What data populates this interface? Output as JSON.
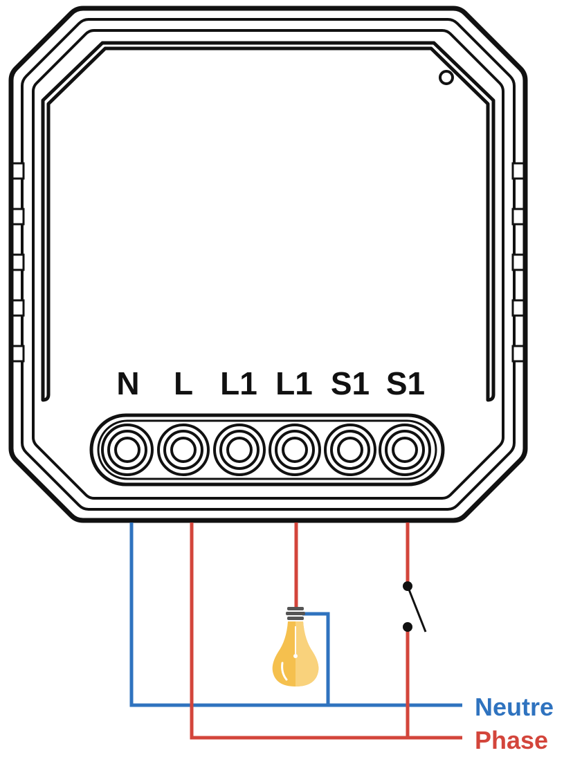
{
  "module": {
    "terminals": [
      {
        "id": "N",
        "label": "N"
      },
      {
        "id": "L",
        "label": "L"
      },
      {
        "id": "L1a",
        "label": "L1"
      },
      {
        "id": "L1b",
        "label": "L1"
      },
      {
        "id": "S1a",
        "label": "S1"
      },
      {
        "id": "S1b",
        "label": "S1"
      }
    ]
  },
  "legend": {
    "neutral": {
      "label": "Neutre",
      "color": "#2f73bf"
    },
    "phase": {
      "label": "Phase",
      "color": "#d3453b"
    }
  },
  "colors": {
    "outline": "#111111",
    "bulb_glass": "#f5c04e",
    "bulb_shade": "#f9d27c",
    "bulb_base": "#555555"
  },
  "icons": {
    "bulb": "lightbulb-icon",
    "switch": "switch-icon"
  }
}
